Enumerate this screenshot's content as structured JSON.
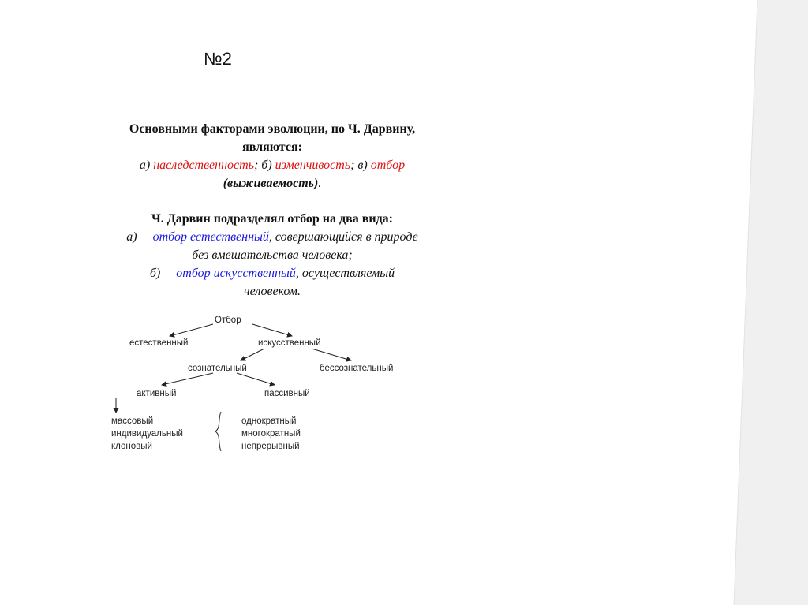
{
  "slide": {
    "number": "№2"
  },
  "factors": {
    "heading_line1": "Основными факторами эволюции, по Ч. Дарвину,",
    "heading_line2": "являются:",
    "a_prefix": "а) ",
    "a_word": "наследственность",
    "b_prefix": "; б) ",
    "b_word": "изменчивость",
    "c_prefix": "; в) ",
    "c_word": "отбор",
    "survival": "(выживаемость)",
    "end": "."
  },
  "selection": {
    "heading": "Ч. Дарвин подразделял отбор на два вида:",
    "a_marker": "а)",
    "a_term": "отбор естественный",
    "a_rest": ", совершающийся в природе",
    "a_line2": "без вмешательства человека;",
    "b_marker": "б)",
    "b_term": "отбор искусственный",
    "b_rest": ", осуществляемый",
    "b_line2": "человеком."
  },
  "diagram": {
    "root": "Отбор",
    "natural": "естественный",
    "artificial": "искусственный",
    "conscious": "сознательный",
    "unconscious": "бессознательный",
    "active": "активный",
    "passive": "пассивный",
    "left_list": [
      "массовый",
      "индивидуальный",
      "клоновый"
    ],
    "right_list": [
      "однократный",
      "многократный",
      "непрерывный"
    ]
  }
}
